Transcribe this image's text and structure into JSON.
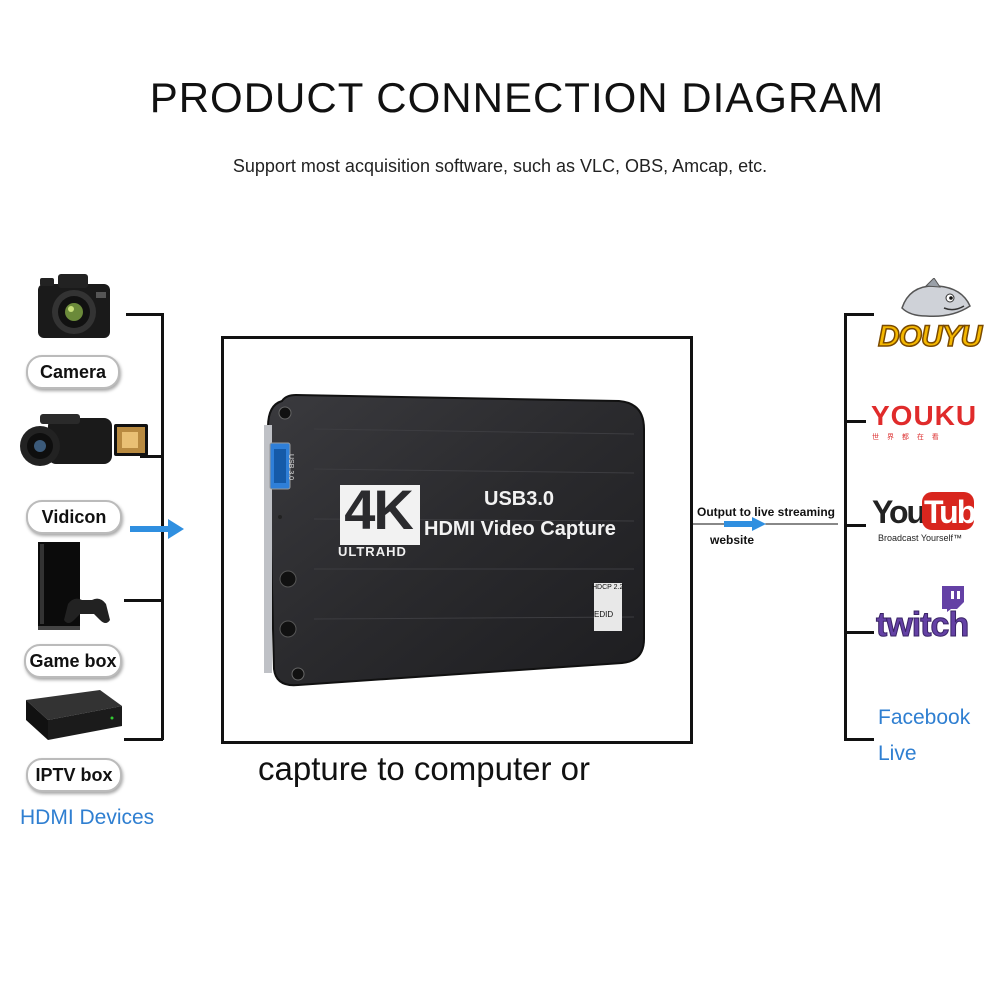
{
  "header": {
    "title": "PRODUCT CONNECTION DIAGRAM",
    "subtitle": "Support most acquisition software, such as VLC, OBS, Amcap, etc."
  },
  "inputs": {
    "devices": [
      {
        "label": "Camera",
        "icon": "camera-icon"
      },
      {
        "label": "Vidicon",
        "icon": "camcorder-icon"
      },
      {
        "label": "Game box",
        "icon": "game-console-icon"
      },
      {
        "label": "IPTV box",
        "icon": "tv-box-icon"
      }
    ],
    "group_label": "HDMI Devices"
  },
  "device": {
    "badge_4k": "4K",
    "badge_ultrahd": "ULTRAHD",
    "line1": "USB3.0",
    "line2": "HDMI Video Capture",
    "port_label": "USB 3.0",
    "hdcp": "HDCP 2.2",
    "edid": "EDID",
    "caption": "capture to computer or"
  },
  "output": {
    "label_line1": "Output to live streaming",
    "label_line2": "website"
  },
  "platforms": {
    "douyu": "DOUYU",
    "youku": "YOUKU",
    "youku_sub": "世 界 都 在 看",
    "youtube_you": "You",
    "youtube_tube": "Tube",
    "youtube_sub": "Broadcast Yourself™",
    "twitch": "twitch",
    "facebook": "Facebook",
    "live": "Live"
  },
  "colors": {
    "arrow_blue": "#2f8fe0",
    "link_blue": "#2f7fd1",
    "youku_red": "#e02b2b",
    "youtube_red": "#d8261e",
    "twitch_purple": "#6441a5",
    "douyu_yellow": "#f5b800"
  }
}
